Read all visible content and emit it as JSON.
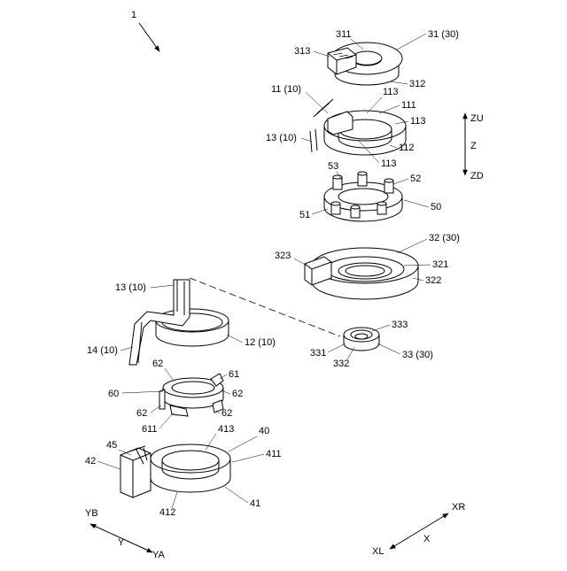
{
  "figure": {
    "assembly_ref": "1",
    "labels": {
      "r311": "311",
      "r31": "31 (30)",
      "r313": "313",
      "r312": "312",
      "r11": "11 (10)",
      "r111": "111",
      "r113a": "113",
      "r113b": "113",
      "r113c": "113",
      "r13a": "13 (10)",
      "r112": "112",
      "zu": "ZU",
      "z": "Z",
      "zd": "ZD",
      "r53": "53",
      "r52": "52",
      "r51": "51",
      "r50": "50",
      "r32": "32 (30)",
      "r323": "323",
      "r321": "321",
      "r322": "322",
      "r13b": "13 (10)",
      "r12": "12 (10)",
      "r333": "333",
      "r14": "14 (10)",
      "r331": "331",
      "r332": "332",
      "r33": "33 (30)",
      "r62a": "62",
      "r61": "61",
      "r60": "60",
      "r62b": "62",
      "r62c": "62",
      "r62d": "62",
      "r611": "611",
      "r45": "45",
      "r413": "413",
      "r40": "40",
      "r42": "42",
      "r411": "411",
      "r412": "412",
      "r41": "41",
      "yb": "YB",
      "y": "Y",
      "ya": "YA",
      "xr": "XR",
      "x": "X",
      "xl": "XL"
    }
  }
}
